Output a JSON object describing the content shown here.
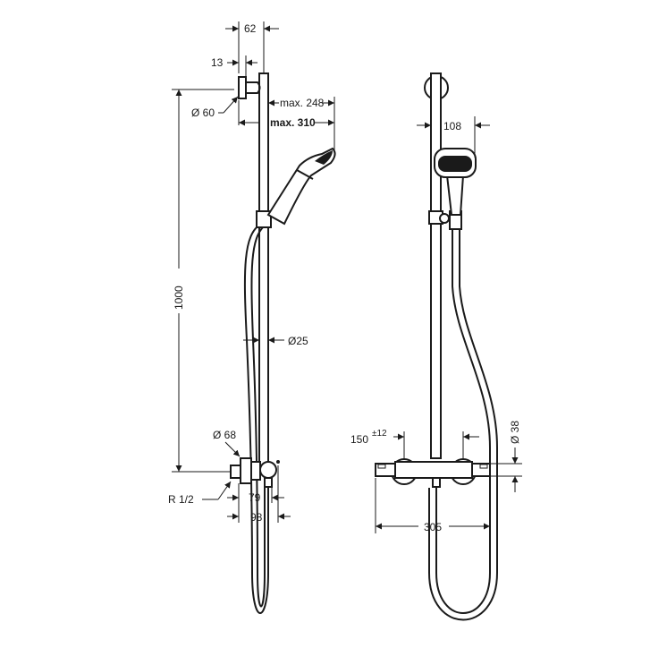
{
  "drawing": {
    "type": "technical-dimension-drawing",
    "subject": "shower set with thermostat",
    "line_color": "#1a1a1a",
    "background": "#ffffff",
    "side_view": {
      "dimensions": {
        "wall_to_rail": "62",
        "wall_bracket_depth": "13",
        "bracket_diameter": "Ø 60",
        "max_248": "max. 248",
        "max_310": "max. 310",
        "rail_length": "1000",
        "rail_diameter": "Ø25",
        "outlet_diameter": "Ø 68",
        "connection_thread": "R 1/2",
        "depth_79": "79",
        "depth_98": "98"
      }
    },
    "front_view": {
      "dimensions": {
        "handshower_width": "108",
        "centre_distance": "150",
        "centre_tolerance": "±12",
        "body_diameter": "Ø 38",
        "thermostat_width": "305"
      }
    }
  }
}
